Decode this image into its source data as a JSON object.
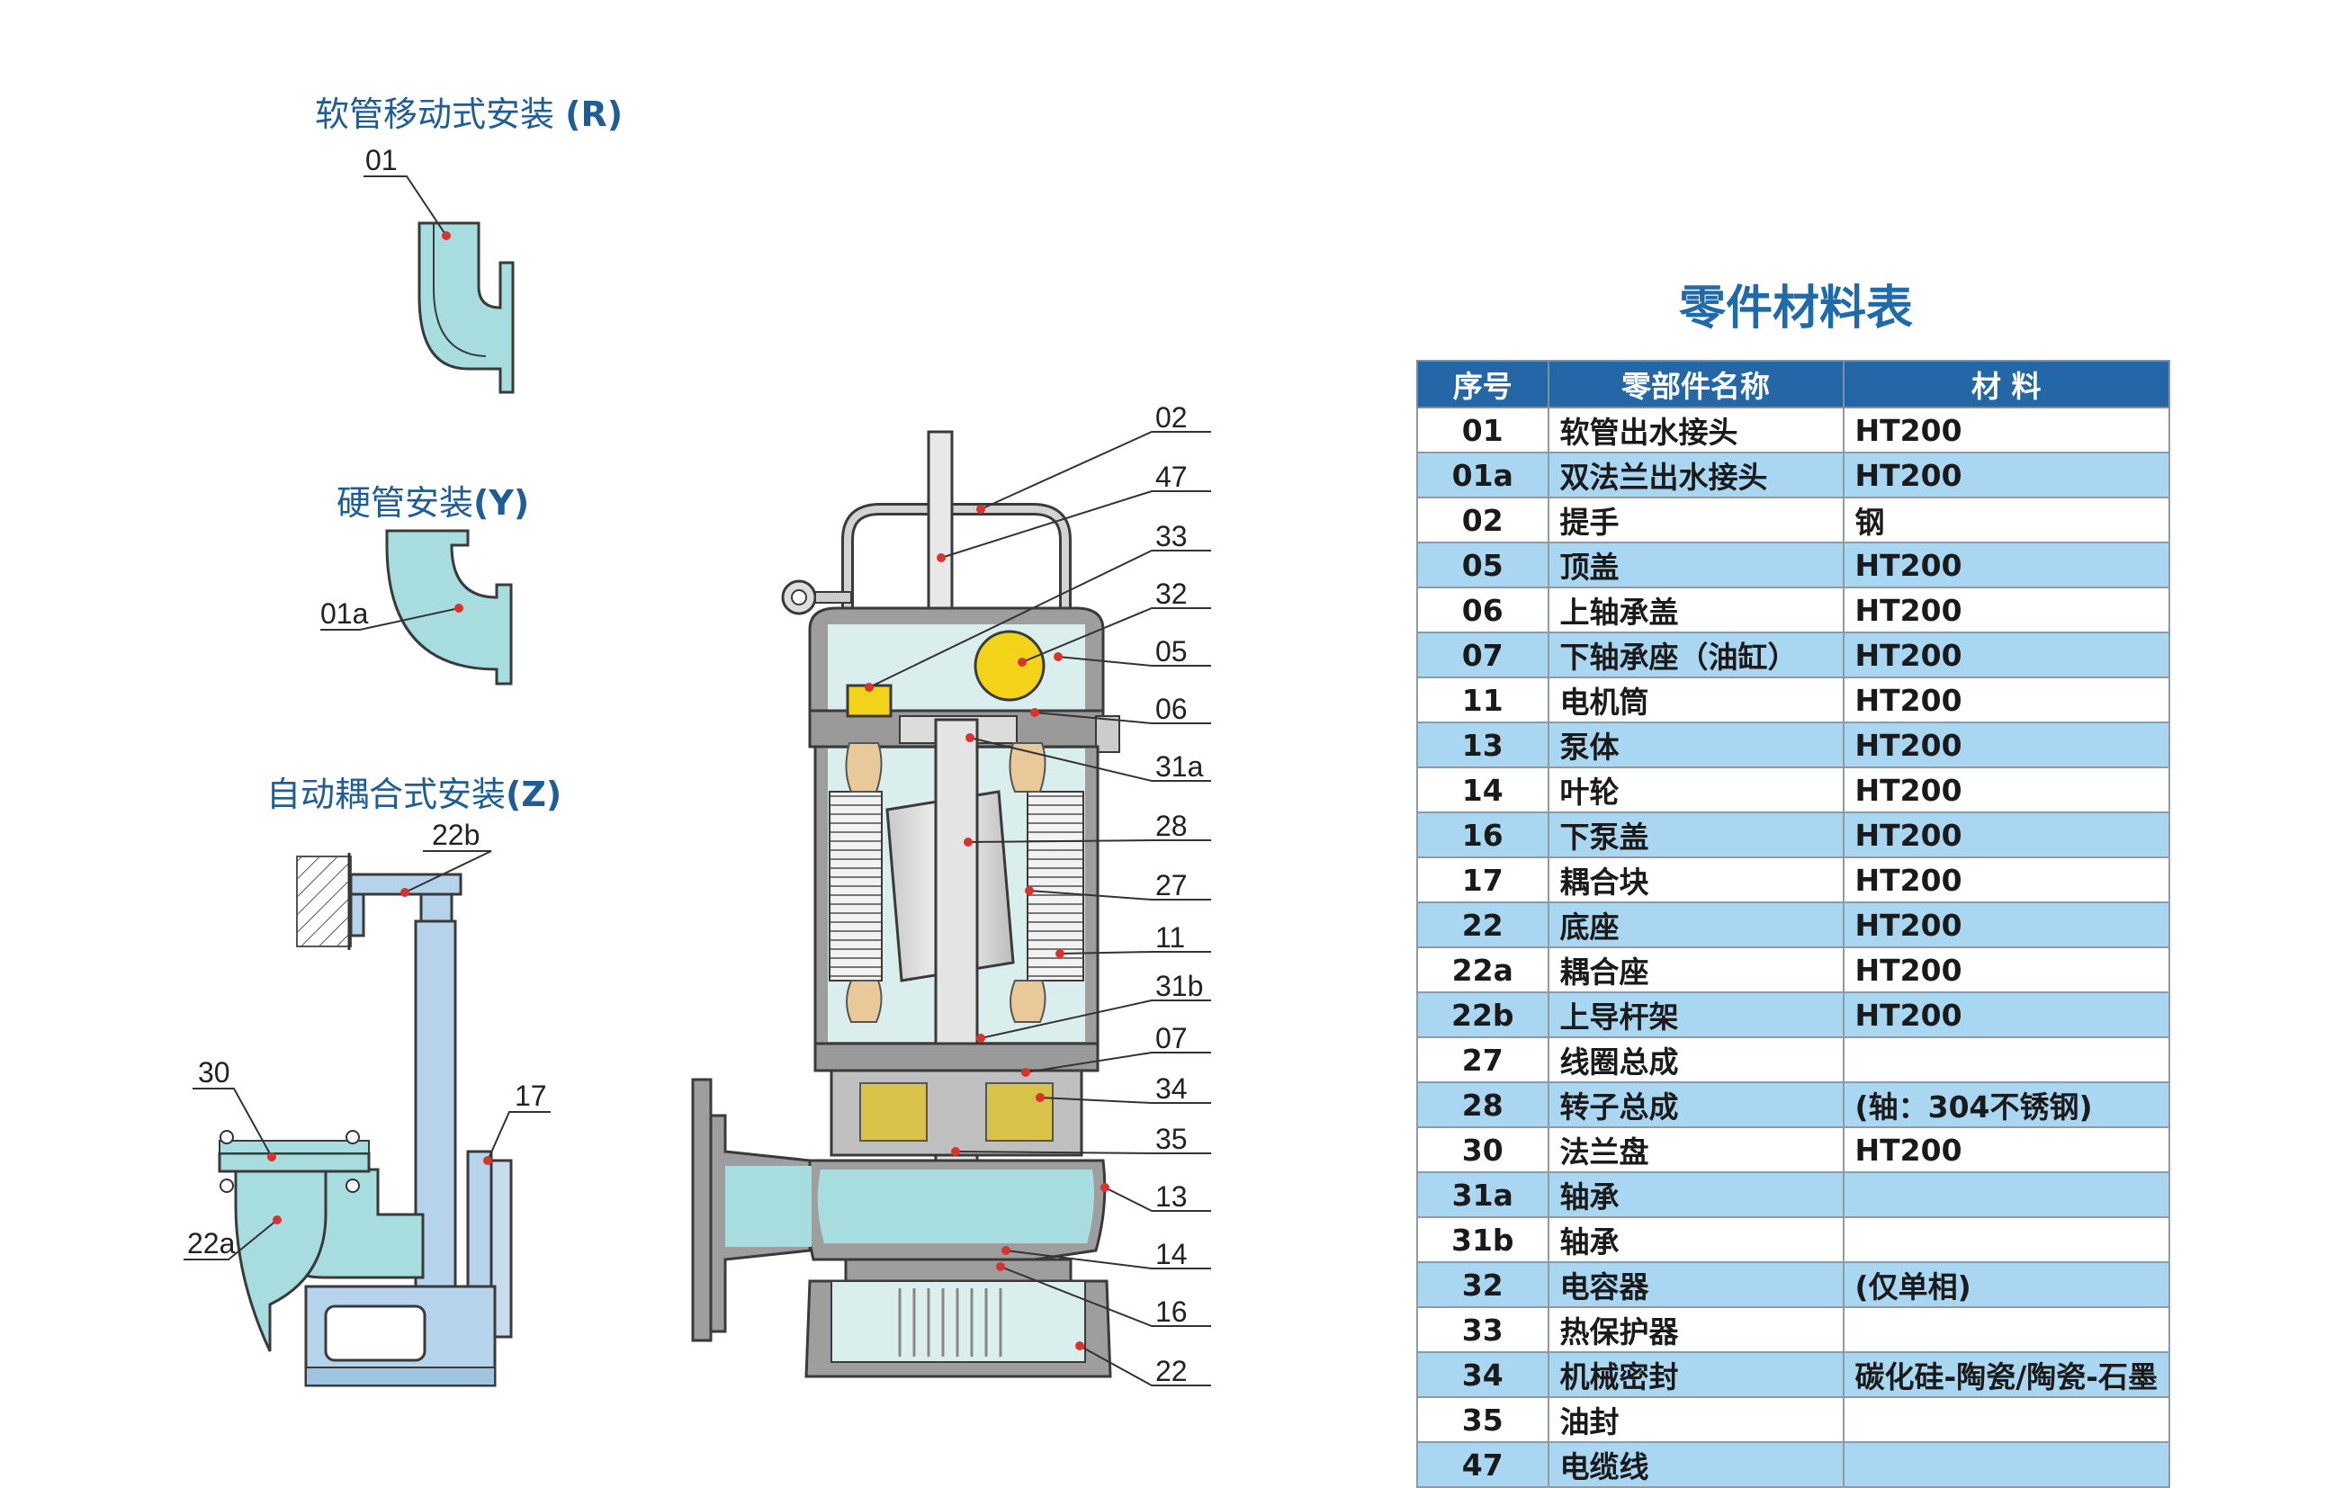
{
  "installs": {
    "r": {
      "label": "软管移动式安装",
      "code": "(R)"
    },
    "y": {
      "label": "硬管安装",
      "code": "(Y)"
    },
    "z": {
      "label": "自动耦合式安装",
      "code": "(Z)"
    }
  },
  "install_callouts": [
    "01",
    "01a",
    "22b",
    "30",
    "17",
    "22a"
  ],
  "pump_callouts": [
    "02",
    "47",
    "33",
    "32",
    "05",
    "06",
    "31a",
    "28",
    "27",
    "11",
    "31b",
    "07",
    "34",
    "35",
    "13",
    "14",
    "16",
    "22"
  ],
  "table": {
    "title": "零件材料表",
    "headers": [
      "序号",
      "零部件名称",
      "材  料"
    ],
    "rows": [
      [
        "01",
        "软管出水接头",
        "HT200"
      ],
      [
        "01a",
        "双法兰出水接头",
        "HT200"
      ],
      [
        "02",
        "提手",
        "钢"
      ],
      [
        "05",
        "顶盖",
        "HT200"
      ],
      [
        "06",
        "上轴承盖",
        "HT200"
      ],
      [
        "07",
        "下轴承座（油缸）",
        "HT200"
      ],
      [
        "11",
        "电机筒",
        "HT200"
      ],
      [
        "13",
        "泵体",
        "HT200"
      ],
      [
        "14",
        "叶轮",
        "HT200"
      ],
      [
        "16",
        "下泵盖",
        "HT200"
      ],
      [
        "17",
        "耦合块",
        "HT200"
      ],
      [
        "22",
        "底座",
        "HT200"
      ],
      [
        "22a",
        "耦合座",
        "HT200"
      ],
      [
        "22b",
        "上导杆架",
        "HT200"
      ],
      [
        "27",
        "线圈总成",
        ""
      ],
      [
        "28",
        "转子总成",
        "(轴：304不锈钢)"
      ],
      [
        "30",
        "法兰盘",
        "HT200"
      ],
      [
        "31a",
        "轴承",
        ""
      ],
      [
        "31b",
        "轴承",
        ""
      ],
      [
        "32",
        "电容器",
        "(仅单相)"
      ],
      [
        "33",
        "热保护器",
        ""
      ],
      [
        "34",
        "机械密封",
        "碳化硅-陶瓷/陶瓷-石墨"
      ],
      [
        "35",
        "油封",
        ""
      ],
      [
        "47",
        "电缆线",
        ""
      ]
    ]
  },
  "colors": {
    "title_blue": "#1f5d96",
    "header_blue": "#2467a6",
    "row_blue": "#a9d7f2",
    "pipe_fill": "#a8dde0",
    "frame_fill": "#b5d3ea",
    "outline": "#3a3a3a"
  }
}
